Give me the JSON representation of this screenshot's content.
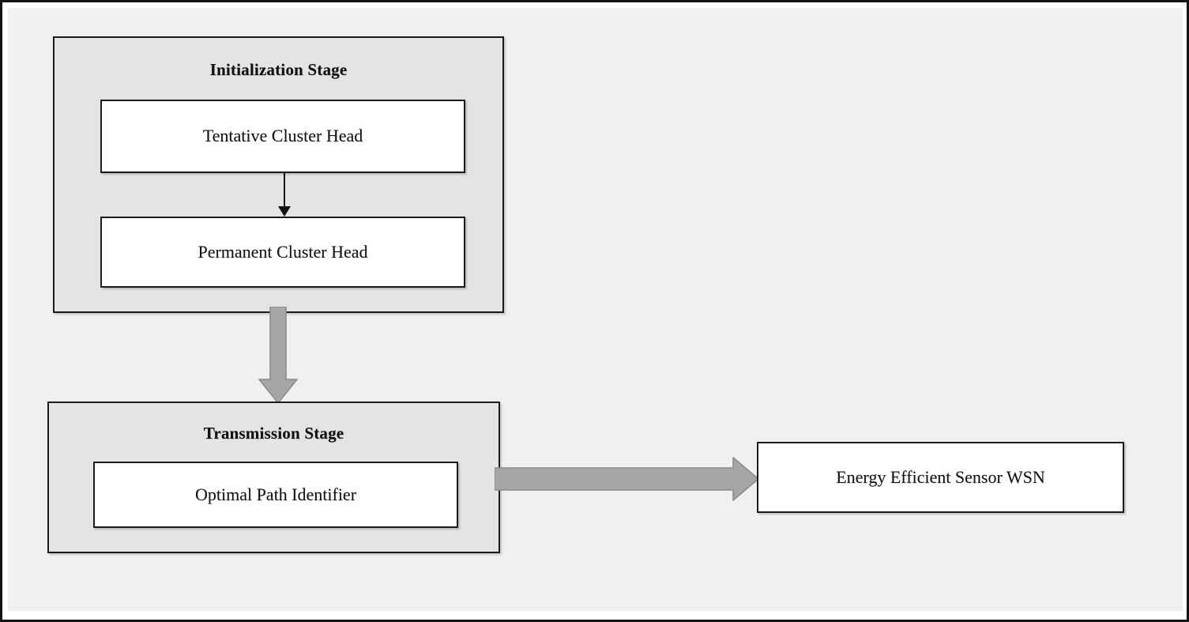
{
  "diagram": {
    "title_semantic": "energy-efficient-wsn-architecture",
    "canvas_color": "#f0f0f0",
    "stage_fill": "#e4e4e4",
    "node_fill": "#ffffff",
    "outline_color": "#1b1b1b",
    "block_arrow_color": "#a6a6a6",
    "thin_arrow_color": "#111111"
  },
  "stages": [
    {
      "id": "initialization-stage",
      "title": "Initialization Stage",
      "nodes": [
        {
          "id": "tentative-cluster-head",
          "label": "Tentative Cluster Head"
        },
        {
          "id": "permanent-cluster-head",
          "label": "Permanent Cluster Head"
        }
      ]
    },
    {
      "id": "transmission-stage",
      "title": "Transmission Stage",
      "nodes": [
        {
          "id": "optimal-path-identifier",
          "label": "Optimal Path Identifier"
        }
      ]
    }
  ],
  "outputs": [
    {
      "id": "energy-efficient-sensor-wsn",
      "label": "Energy Efficient Sensor WSN"
    }
  ],
  "connectors": [
    {
      "id": "tentative-to-permanent",
      "style": "thin-arrow",
      "direction": "down",
      "from": "tentative-cluster-head",
      "to": "permanent-cluster-head"
    },
    {
      "id": "initialization-to-transmission",
      "style": "block-arrow",
      "direction": "down",
      "from": "initialization-stage",
      "to": "transmission-stage"
    },
    {
      "id": "transmission-to-output",
      "style": "block-arrow",
      "direction": "right",
      "from": "transmission-stage",
      "to": "energy-efficient-sensor-wsn"
    }
  ]
}
